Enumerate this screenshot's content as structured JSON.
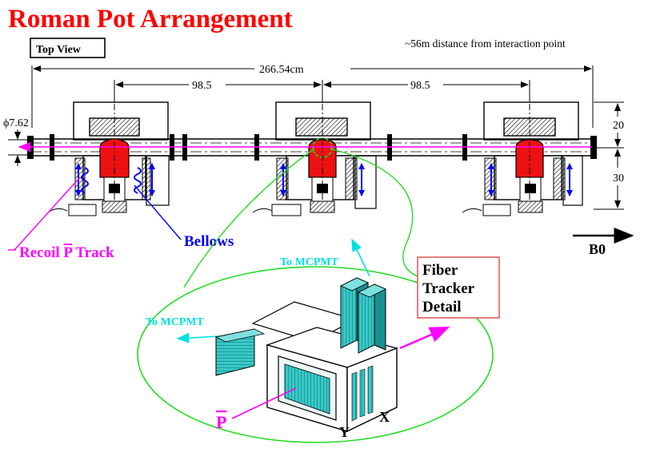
{
  "title": "Roman Pot Arrangement",
  "view_label": "Top View",
  "distance_note": "~56m distance from interaction point",
  "dimensions": {
    "total_length": "266.54cm",
    "spacing_left": "98.5",
    "spacing_right": "98.5",
    "beam_pipe_diameter": "ϕ7.62",
    "height_top": "20",
    "height_bottom": "30"
  },
  "labels": {
    "recoil_track_prefix": "Recoil ",
    "recoil_track_p": "P",
    "recoil_track_suffix": " Track",
    "bellows": "Bellows",
    "magnet": "B0",
    "to_mcpmt_top": "To MCPMT",
    "to_mcpmt_left": "To MCPMT",
    "fiber_line1": "Fiber",
    "fiber_line2": "Tracker",
    "fiber_line3": "Detail",
    "pbar": "P",
    "axis_y": "Y",
    "axis_x": "X"
  },
  "colors": {
    "title": "#ff0000",
    "track": "#ff00ff",
    "bellows": "#0000ff",
    "cyan": "#00e0e0",
    "fiber": "#1fb5b5",
    "detail_ellipse": "#22dd22",
    "pot_red": "#ee1111",
    "fiber_box": "#e05050"
  }
}
